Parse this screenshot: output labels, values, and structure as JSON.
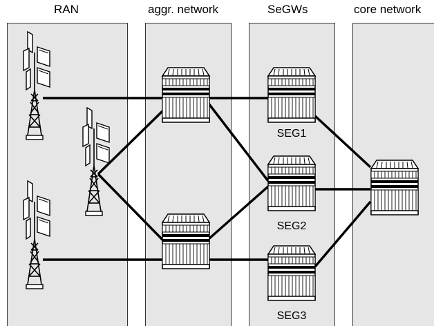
{
  "columns": [
    {
      "key": "ran",
      "label": "RAN"
    },
    {
      "key": "aggr",
      "label": "aggr. network"
    },
    {
      "key": "segw",
      "label": "SeGWs"
    },
    {
      "key": "core",
      "label": "core network"
    }
  ],
  "gateways": [
    {
      "key": "seg1",
      "label": "SEG1"
    },
    {
      "key": "seg2",
      "label": "SEG2"
    },
    {
      "key": "seg3",
      "label": "SEG3"
    }
  ],
  "colors": {
    "panel": "#e6e6e6",
    "panel_border": "#333333",
    "line": "#000000",
    "device": "#ffffff"
  },
  "icons": {
    "tower": "cell-tower-icon",
    "router": "network-device-icon"
  }
}
